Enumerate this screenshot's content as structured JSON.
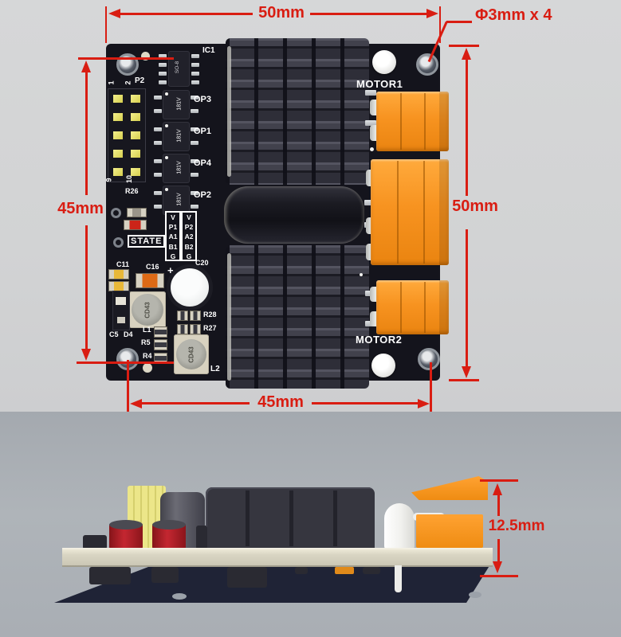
{
  "annotations": {
    "top_width": "50mm",
    "hole_callout": "Φ3mm x 4",
    "left_spacing": "45mm",
    "right_height": "50mm",
    "bottom_spacing": "45mm",
    "side_height": "12.5mm"
  },
  "board": {
    "motor1_label": "MOTOR1",
    "motor2_label": "MOTOR2",
    "ic1_label": "IC1",
    "ic1_marking": "SO-8",
    "p2_label": "P2",
    "p2_pin1": "1",
    "p2_pin2": "2",
    "p2_pin9": "9",
    "p2_pin10": "10",
    "op_labels": [
      "OP3",
      "OP1",
      "OP4",
      "OP2"
    ],
    "opto_marking": "181V",
    "r26_label": "R26",
    "state_label": "STATE",
    "c11_label": "C11",
    "c16_label": "C16",
    "c20_label": "C20",
    "plus_mark": "+",
    "c5_label": "C5",
    "d4_label": "D4",
    "l1_label": "L1",
    "r5_label": "R5",
    "r4_label": "R4",
    "r28_label": "R28",
    "r27_label": "R27",
    "l2_label": "L2",
    "inductor_marking": "CD43",
    "pin_table_left": [
      "V",
      "P1",
      "A1",
      "B1",
      "G"
    ],
    "pin_table_right": [
      "V",
      "P2",
      "A2",
      "B2",
      "G"
    ]
  },
  "colors": {
    "dimension_red": "#d91d12",
    "connector_orange": "#f59120",
    "pcb_black": "#14141c",
    "pin_yellow": "#e9e26a",
    "silkscreen_white": "#ffffff"
  }
}
